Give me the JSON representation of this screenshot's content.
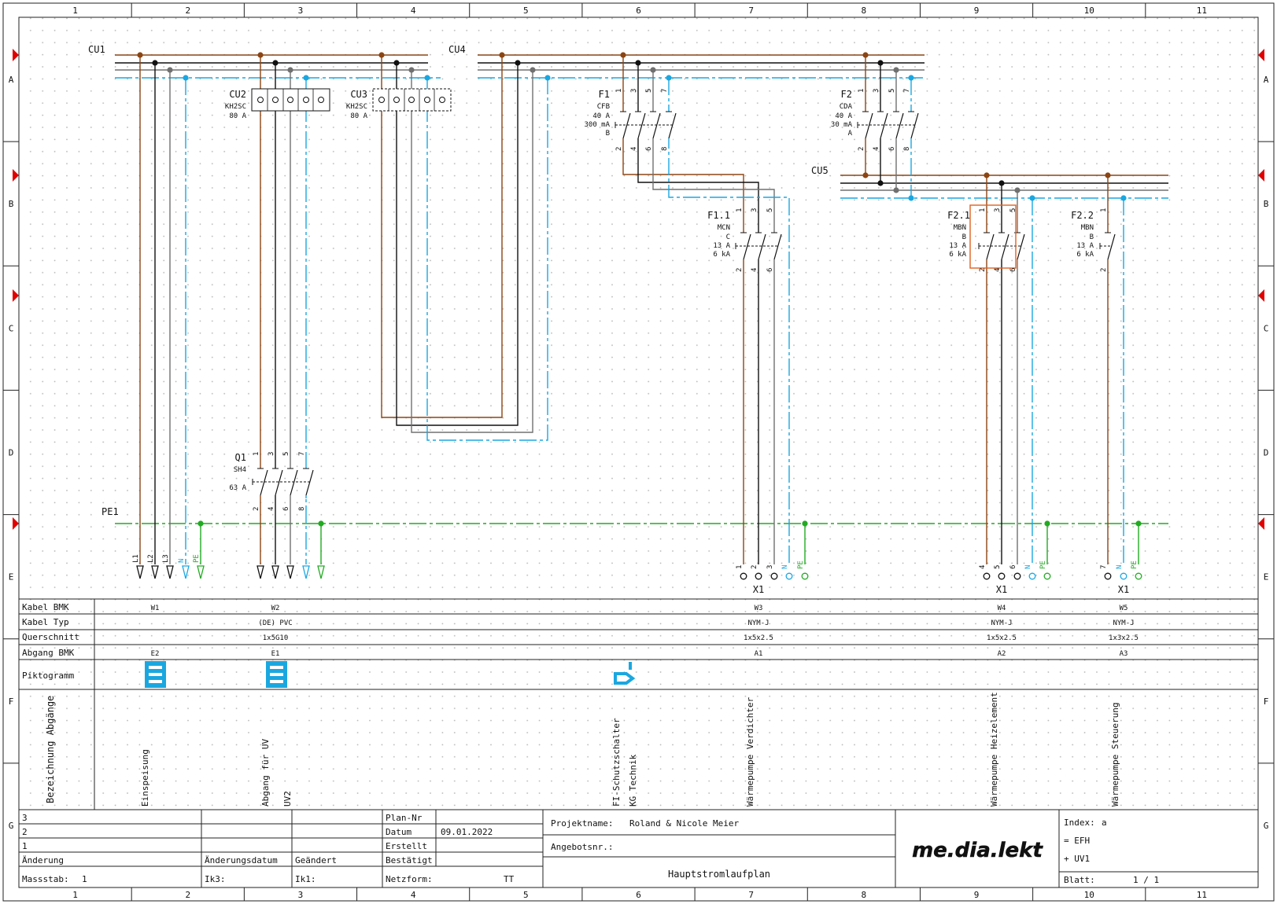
{
  "colors": {
    "brown": "#8B4513",
    "black": "#111111",
    "gray": "#707070",
    "blue": "#1AA7E0",
    "green": "#22AA22",
    "orange": "#E06020",
    "frame": "#222222",
    "marker": "#E00000",
    "dot": "#b5b5b5"
  },
  "frame": {
    "columns": [
      "1",
      "2",
      "3",
      "4",
      "5",
      "6",
      "7",
      "8",
      "9",
      "10",
      "11"
    ],
    "rows": [
      "A",
      "B",
      "C",
      "D",
      "E",
      "F",
      "G"
    ]
  },
  "buses": {
    "cu1": "CU1",
    "cu4": "CU4",
    "cu5": "CU5",
    "pe1": "PE1"
  },
  "components": {
    "cu2": {
      "name": "CU2",
      "type": "KH2SC",
      "rating": "80 A"
    },
    "cu3": {
      "name": "CU3",
      "type": "KH2SC",
      "rating": "80 A"
    },
    "q1": {
      "name": "Q1",
      "type": "SH4",
      "rating": "63 A",
      "pins_top": [
        "1",
        "3",
        "5",
        "7"
      ],
      "pins_bottom": [
        "2",
        "4",
        "6",
        "8"
      ]
    },
    "f1": {
      "name": "F1",
      "type": "CFB",
      "rating": "40 A",
      "residual": "300 mA",
      "class": "B",
      "pins_top": [
        "1",
        "3",
        "5",
        "7"
      ],
      "pins_bottom": [
        "2",
        "4",
        "6",
        "8"
      ]
    },
    "f2": {
      "name": "F2",
      "type": "CDA",
      "rating": "40 A",
      "residual": "30 mA",
      "class": "A",
      "pins_top": [
        "1",
        "3",
        "5",
        "7"
      ],
      "pins_bottom": [
        "2",
        "4",
        "6",
        "8"
      ]
    },
    "f11": {
      "name": "F1.1",
      "type": "MCN",
      "curve": "C",
      "rating": "13 A",
      "breaking": "6 kA",
      "pins_top": [
        "1",
        "3",
        "5"
      ],
      "pins_bottom": [
        "2",
        "4",
        "6"
      ]
    },
    "f21": {
      "name": "F2.1",
      "type": "MBN",
      "curve": "B",
      "rating": "13 A",
      "breaking": "6 kA",
      "pins_top": [
        "1",
        "3",
        "5"
      ],
      "pins_bottom": [
        "2",
        "4",
        "6"
      ]
    },
    "f22": {
      "name": "F2.2",
      "type": "MBN",
      "curve": "B",
      "rating": "13 A",
      "breaking": "6 kA",
      "pins_top": [
        "1"
      ],
      "pins_bottom": [
        "2"
      ]
    }
  },
  "terminals": {
    "feed": [
      "L1",
      "L2",
      "L3",
      "N",
      "PE"
    ],
    "x1_a": {
      "label": "X1",
      "pins": [
        "1",
        "2",
        "3",
        "N",
        "PE"
      ]
    },
    "x1_b": {
      "label": "X1",
      "pins": [
        "4",
        "5",
        "6",
        "N",
        "PE"
      ]
    },
    "x1_c": {
      "label": "X1",
      "pins": [
        "7",
        "N",
        "PE"
      ]
    }
  },
  "table": {
    "headers": {
      "kabel_bmk": "Kabel BMK",
      "kabel_typ": "Kabel Typ",
      "querschnitt": "Querschnitt",
      "abgang_bmk": "Abgang BMK",
      "piktogramm": "Piktogramm",
      "bezeichnung": "Bezeichnung Abgänge"
    },
    "rows": {
      "w1": {
        "kabel_bmk": "W1",
        "abgang": "E2",
        "bez": "Einspeisung"
      },
      "w2": {
        "kabel_bmk": "W2",
        "kabel_typ": "(DE) PVC",
        "querschnitt": "1x5G10",
        "abgang": "E1",
        "bez1": "Abgang für UV",
        "bez2": "UV2"
      },
      "fi": {
        "bez1": "FI-Schutzschalter",
        "bez2": "KG Technik"
      },
      "w3": {
        "kabel_bmk": "W3",
        "kabel_typ": "NYM-J",
        "querschnitt": "1x5x2.5",
        "abgang": "A1",
        "bez": "Wärmepumpe Verdichter"
      },
      "w4": {
        "kabel_bmk": "W4",
        "kabel_typ": "NYM-J",
        "querschnitt": "1x5x2.5",
        "abgang": "A2",
        "bez": "Wärmepumpe Heizelement"
      },
      "w5": {
        "kabel_bmk": "W5",
        "kabel_typ": "NYM-J",
        "querschnitt": "1x3x2.5",
        "abgang": "A3",
        "bez": "Wärmepumpe Steuerung"
      }
    }
  },
  "title_block": {
    "rev3": "3",
    "rev2": "2",
    "rev1": "1",
    "aenderung": "Änderung",
    "aenderungsdatum": "Änderungsdatum",
    "geaendert": "Geändert",
    "massstab_label": "Massstab:",
    "massstab_value": "1",
    "ik3": "Ik3:",
    "ik1": "Ik1:",
    "plan_nr": "Plan-Nr",
    "datum_label": "Datum",
    "datum_value": "09.01.2022",
    "erstellt": "Erstellt",
    "bestaetigt": "Bestätigt",
    "netzform_label": "Netzform:",
    "netzform_value": "TT",
    "projektname_label": "Projektname:",
    "projektname_value": "Roland & Nicole Meier",
    "angebotsnr": "Angebotsnr.:",
    "plan_title": "Hauptstromlaufplan",
    "logo": "me.dia.lekt",
    "index_label": "Index:",
    "index_value": "a",
    "efh": "= EFH",
    "uv1": "+ UV1",
    "blatt_label": "Blatt:",
    "blatt_value": "1 / 1"
  }
}
